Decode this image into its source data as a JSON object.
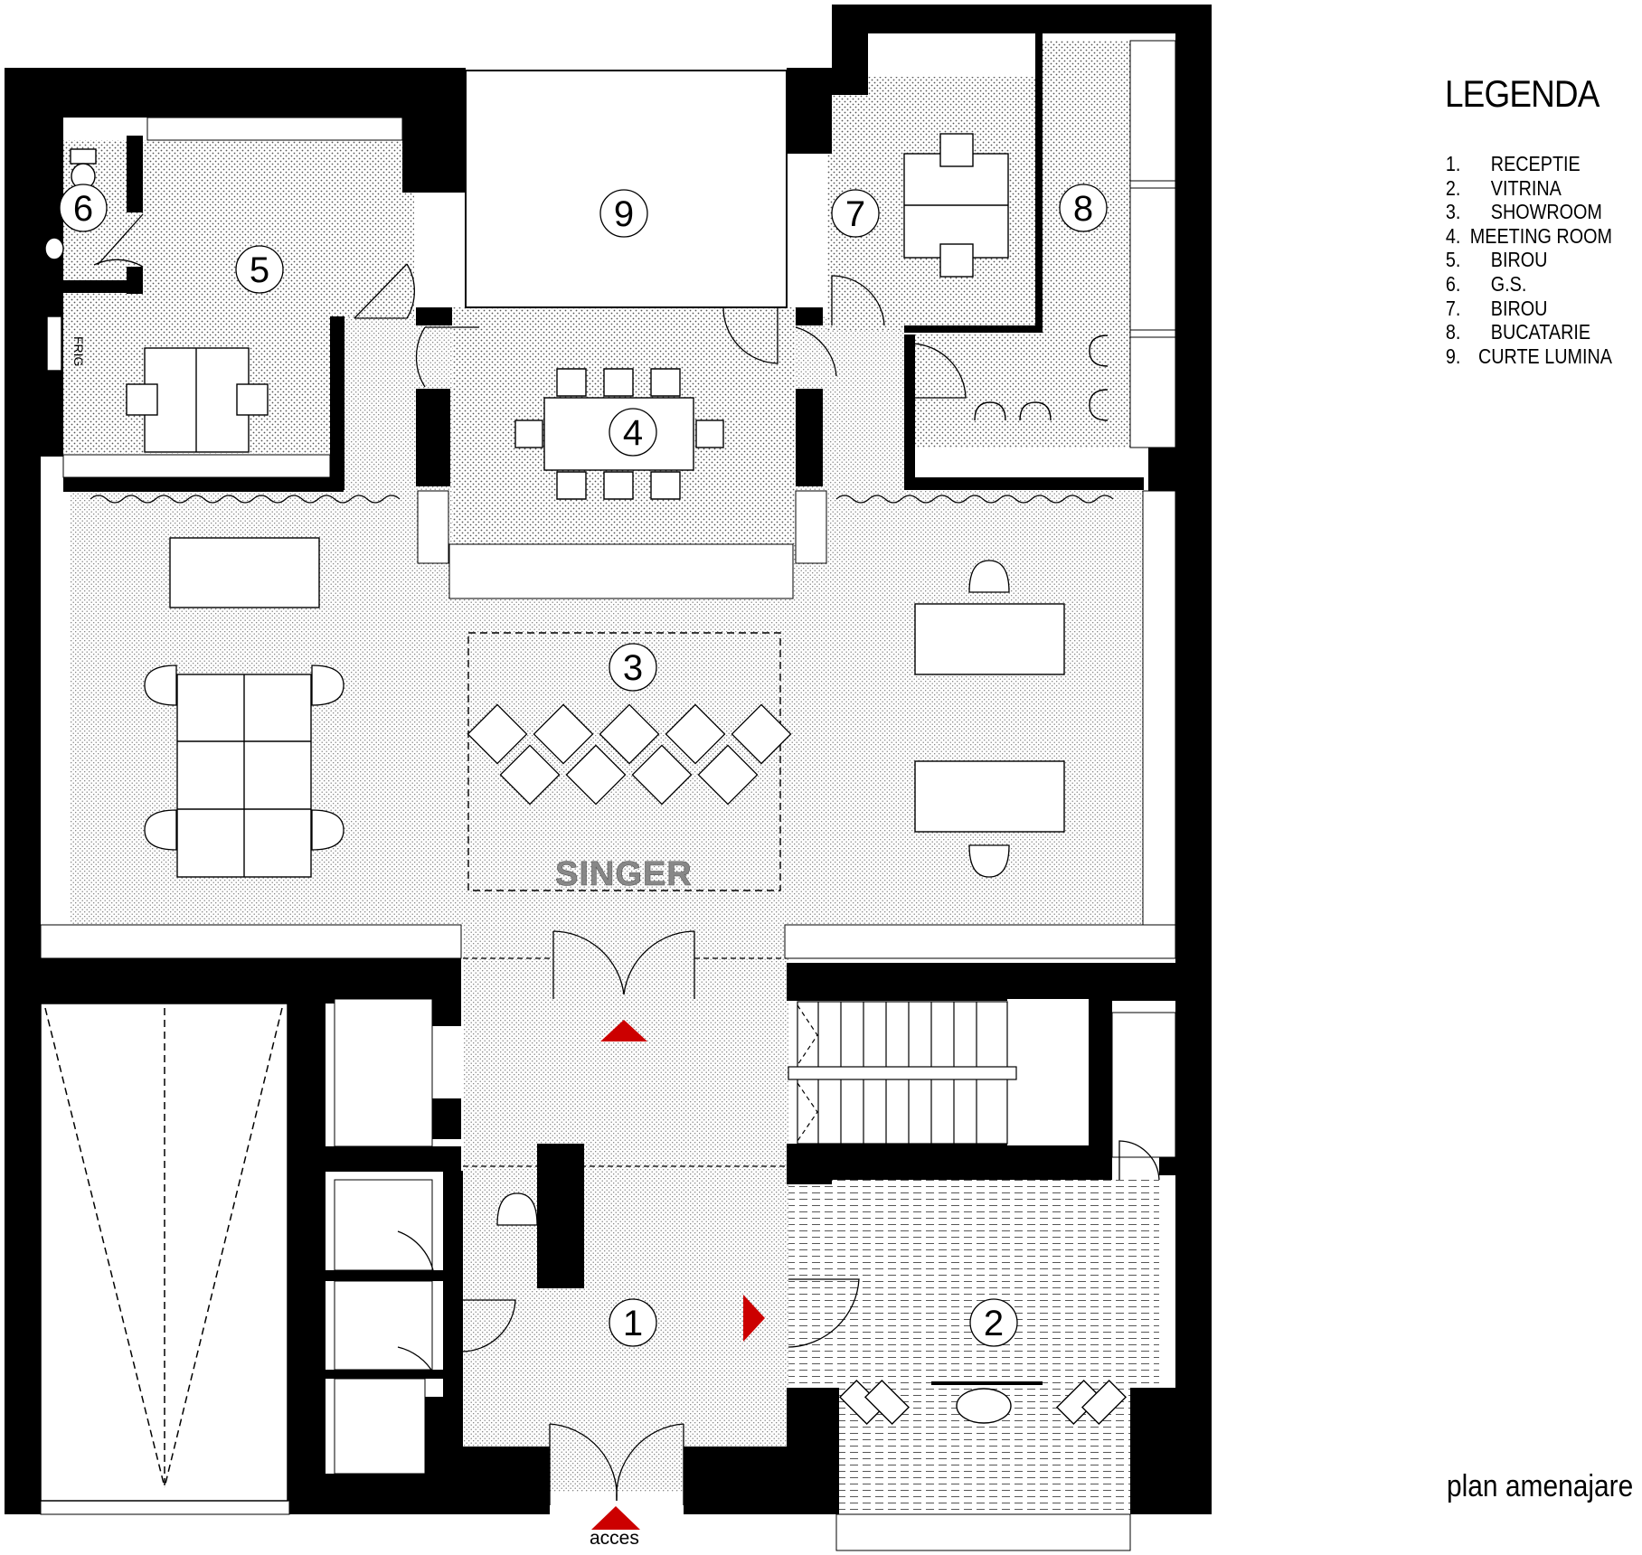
{
  "legend": {
    "title": "LEGENDA",
    "items": [
      {
        "num": "1.",
        "label": "RECEPTIE"
      },
      {
        "num": "2.",
        "label": "VITRINA"
      },
      {
        "num": "3.",
        "label": "SHOWROOM"
      },
      {
        "num": "4.",
        "label": "MEETING ROOM"
      },
      {
        "num": "5.",
        "label": "BIROU"
      },
      {
        "num": "6.",
        "label": "G.S."
      },
      {
        "num": "7.",
        "label": "BIROU"
      },
      {
        "num": "8.",
        "label": "BUCATARIE"
      },
      {
        "num": "9.",
        "label": "CURTE LUMINA"
      }
    ]
  },
  "plan": {
    "caption": "plan amenajare",
    "access_label": "acces",
    "brand_text": "SINGER",
    "fridge_label": "FRIG",
    "room_markers": [
      "1",
      "2",
      "3",
      "4",
      "5",
      "6",
      "7",
      "8",
      "9"
    ]
  },
  "colors": {
    "wall": "#000000",
    "floor_dots": "#555555",
    "access_arrow": "#cc0000",
    "brand_text": "#888888"
  }
}
